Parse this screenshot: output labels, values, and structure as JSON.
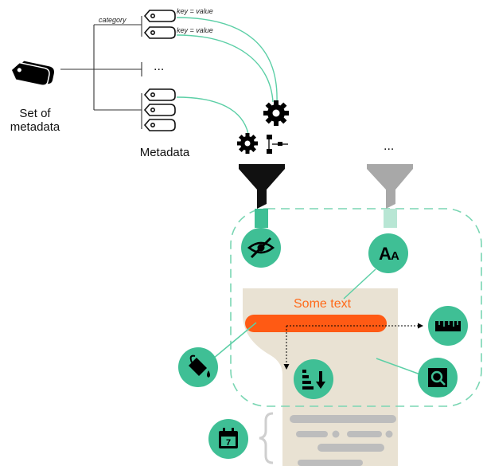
{
  "tree": {
    "category_label": "category",
    "key_value_label": "key = value",
    "ellipsis": "...",
    "set_label_line1": "Set of",
    "set_label_line2": "metadata",
    "metadata_label": "Metadata"
  },
  "filters": {
    "second_filter_ellipsis": "..."
  },
  "document": {
    "highlight_text": "Some   text"
  },
  "colors": {
    "teal": "#3fbf95",
    "teal_line": "#5ccfa6",
    "pale_teal": "#b8e6d4",
    "orange": "#ff5a14",
    "orange_text": "#ff6a1a",
    "beige": "#e9e2d3",
    "gray_bar": "#bdbdbd",
    "funnel_dark": "#111111",
    "funnel_gray": "#a8a8a8"
  },
  "icons": [
    "tag-icon",
    "tag-stack-icon",
    "gear-icon",
    "filter-gear-icon",
    "funnel-icon",
    "eye-slash-icon",
    "font-size-icon",
    "ruler-icon",
    "paint-bucket-icon",
    "sort-descending-icon",
    "magnifier-icon",
    "calendar-icon"
  ]
}
